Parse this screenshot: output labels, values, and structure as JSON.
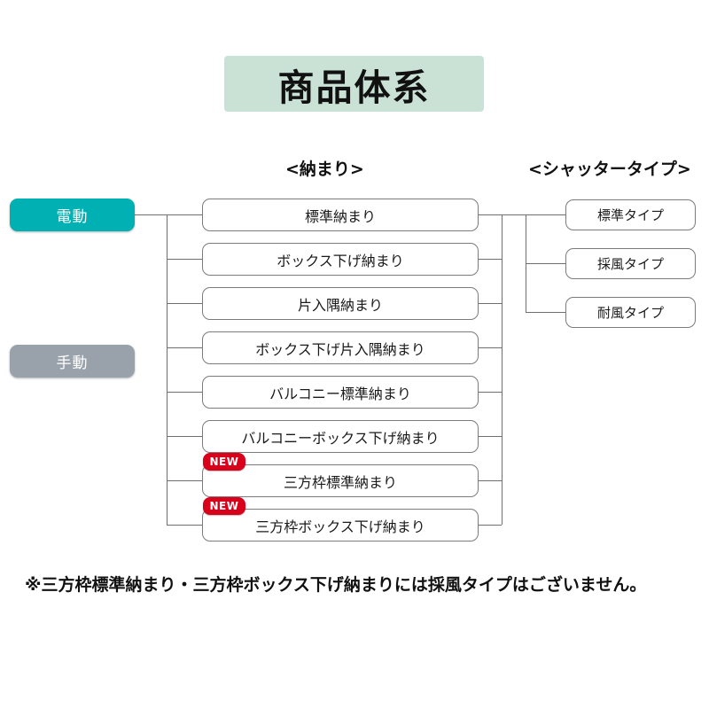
{
  "title": "商品体系",
  "headers": {
    "osamari": "<納まり>",
    "shutter": "<シャッタータイプ>"
  },
  "modes": [
    {
      "label": "電動",
      "color": "#00b0b3"
    },
    {
      "label": "手動",
      "color": "#99a2ab"
    }
  ],
  "osamari_nodes": [
    {
      "label": "標準納まり",
      "badge": ""
    },
    {
      "label": "ボックス下げ納まり",
      "badge": ""
    },
    {
      "label": "片入隅納まり",
      "badge": ""
    },
    {
      "label": "ボックス下げ片入隅納まり",
      "badge": ""
    },
    {
      "label": "バルコニー標準納まり",
      "badge": ""
    },
    {
      "label": "バルコニーボックス下げ納まり",
      "badge": ""
    },
    {
      "label": "三方枠標準納まり",
      "badge": "NEW"
    },
    {
      "label": "三方枠ボックス下げ納まり",
      "badge": "NEW"
    }
  ],
  "shutter_nodes": [
    {
      "label": "標準タイプ"
    },
    {
      "label": "採風タイプ"
    },
    {
      "label": "耐風タイプ"
    }
  ],
  "footnote": "※三方枠標準納まり・三方枠ボックス下げ納まりには採風タイプはございません。",
  "colors": {
    "title_bg": "#c9e2d5",
    "electric": "#00b0b3",
    "manual": "#99a2ab",
    "badge": "#d9001b",
    "line": "#6f6f6f",
    "box_border": "#7b7b7b"
  }
}
